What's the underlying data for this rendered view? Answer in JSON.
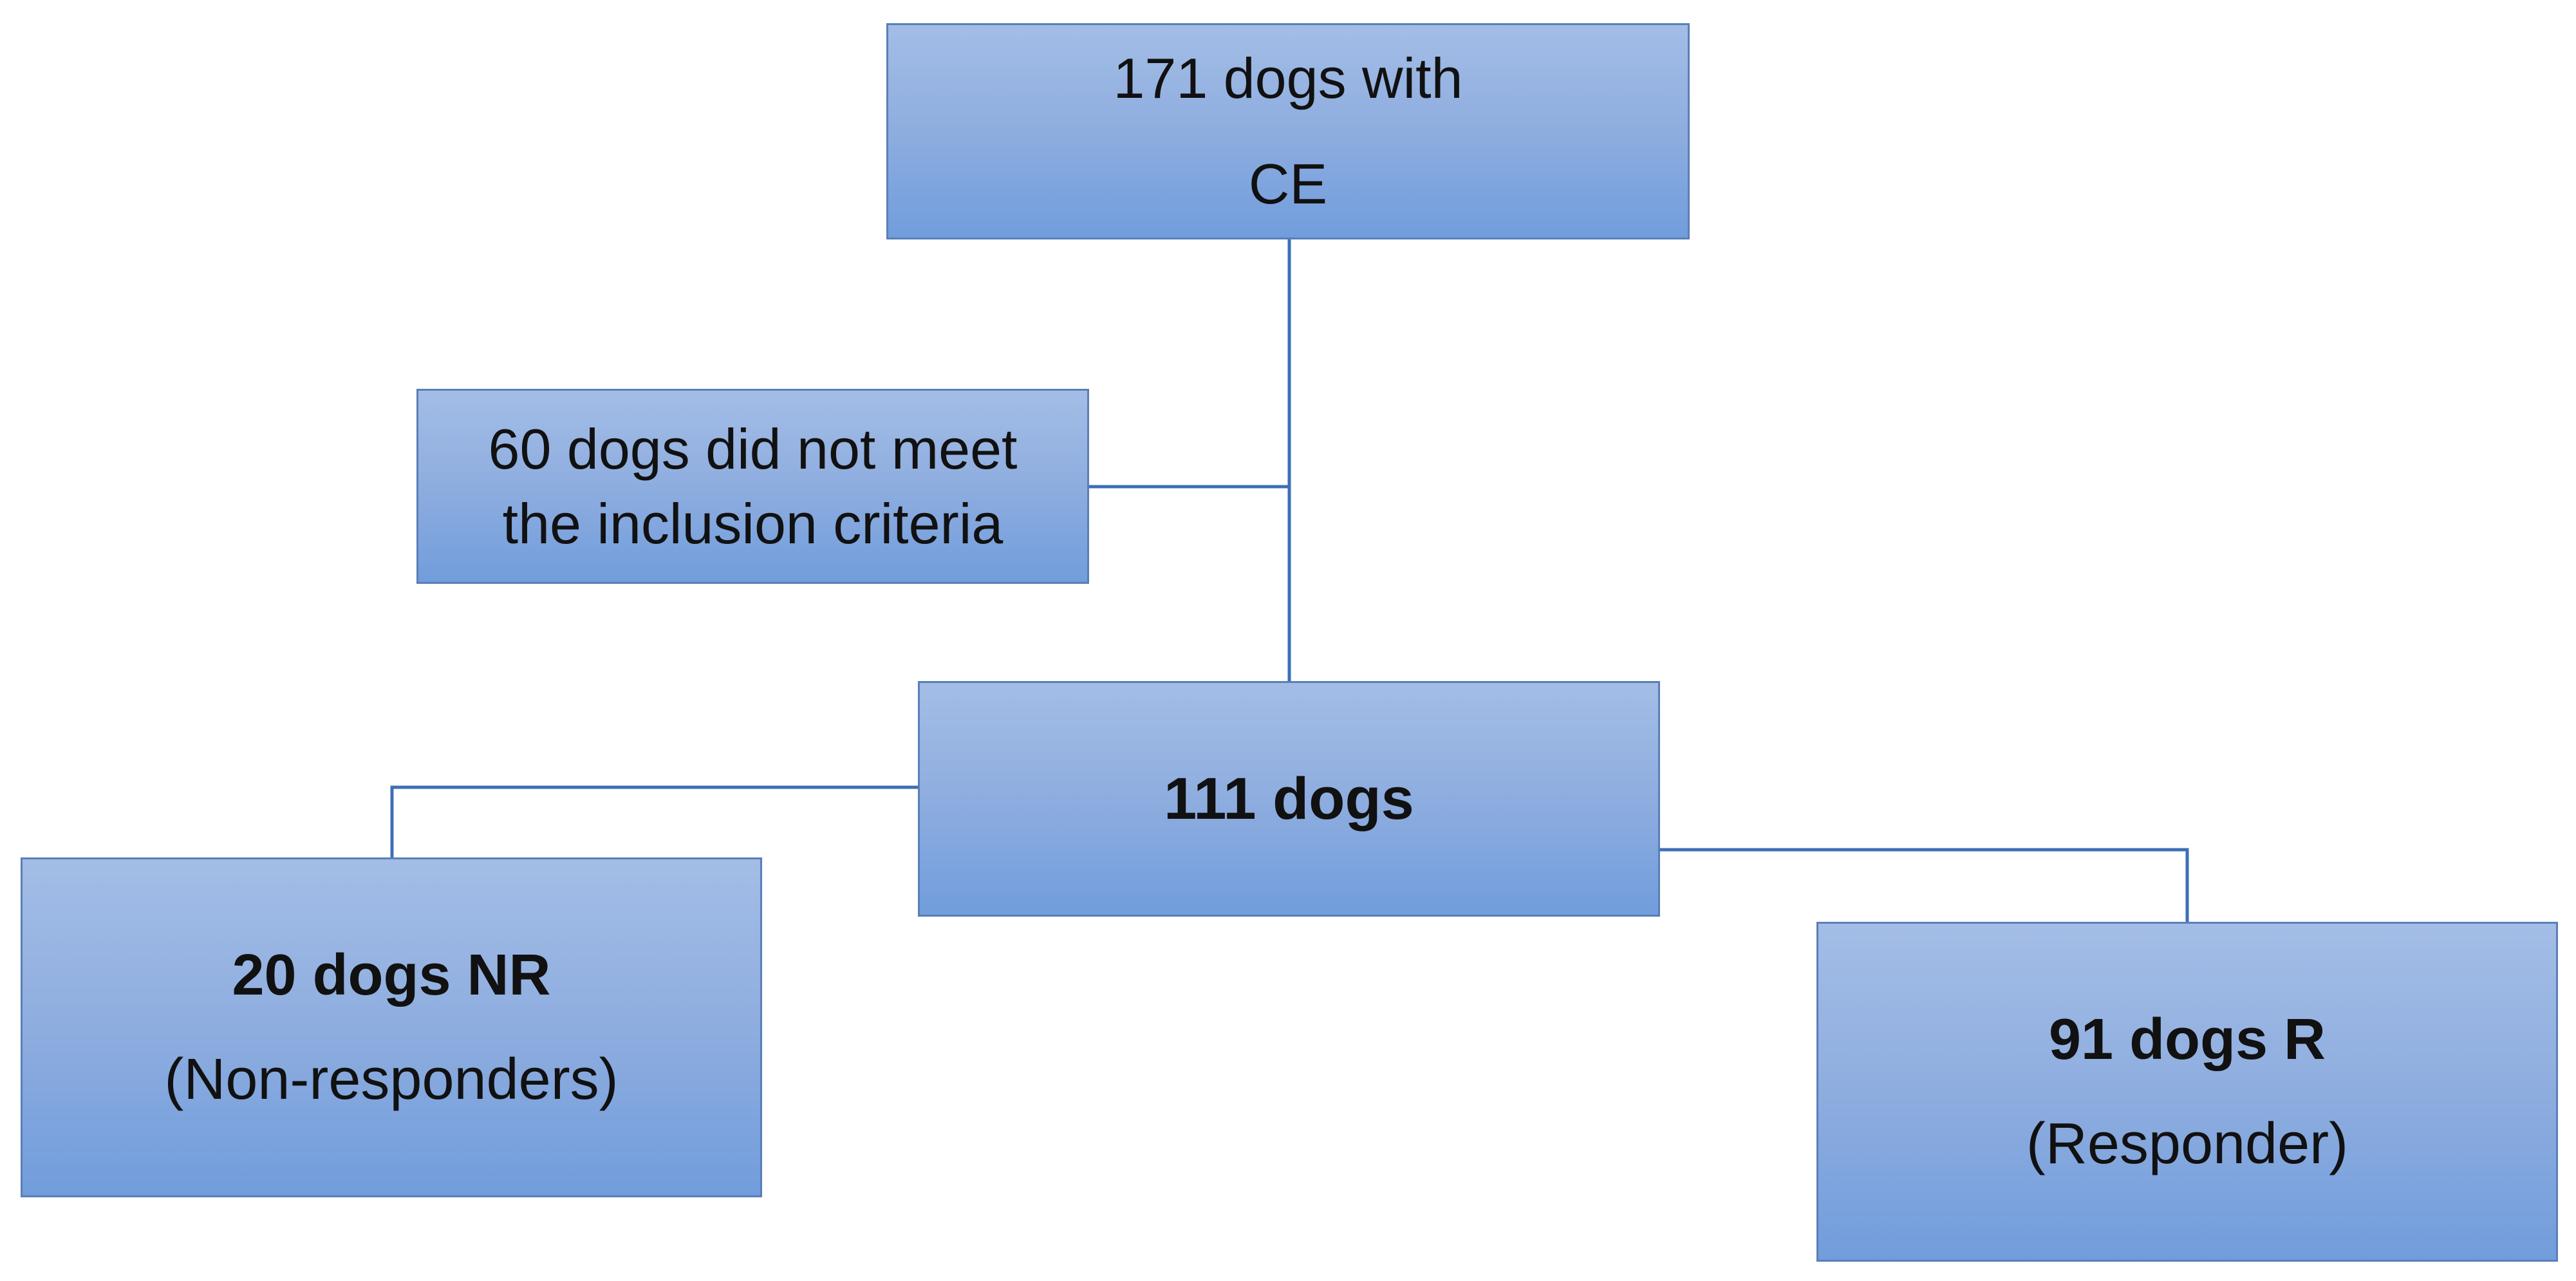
{
  "flowchart": {
    "start": {
      "line1": "171 dogs with",
      "line2": "CE"
    },
    "excluded": {
      "line1": "60 dogs did not meet",
      "line2": "the inclusion criteria"
    },
    "included": {
      "label": "111 dogs"
    },
    "non_responders": {
      "line1": "20 dogs NR",
      "line2": "(Non-responders)"
    },
    "responders": {
      "line1": "91 dogs R",
      "line2": "(Responder)"
    }
  },
  "colors": {
    "box_fill_top": "#a3bde6",
    "box_fill_bottom": "#719ddc",
    "box_border": "#5a7fb8",
    "connector": "#3d6fb5"
  }
}
